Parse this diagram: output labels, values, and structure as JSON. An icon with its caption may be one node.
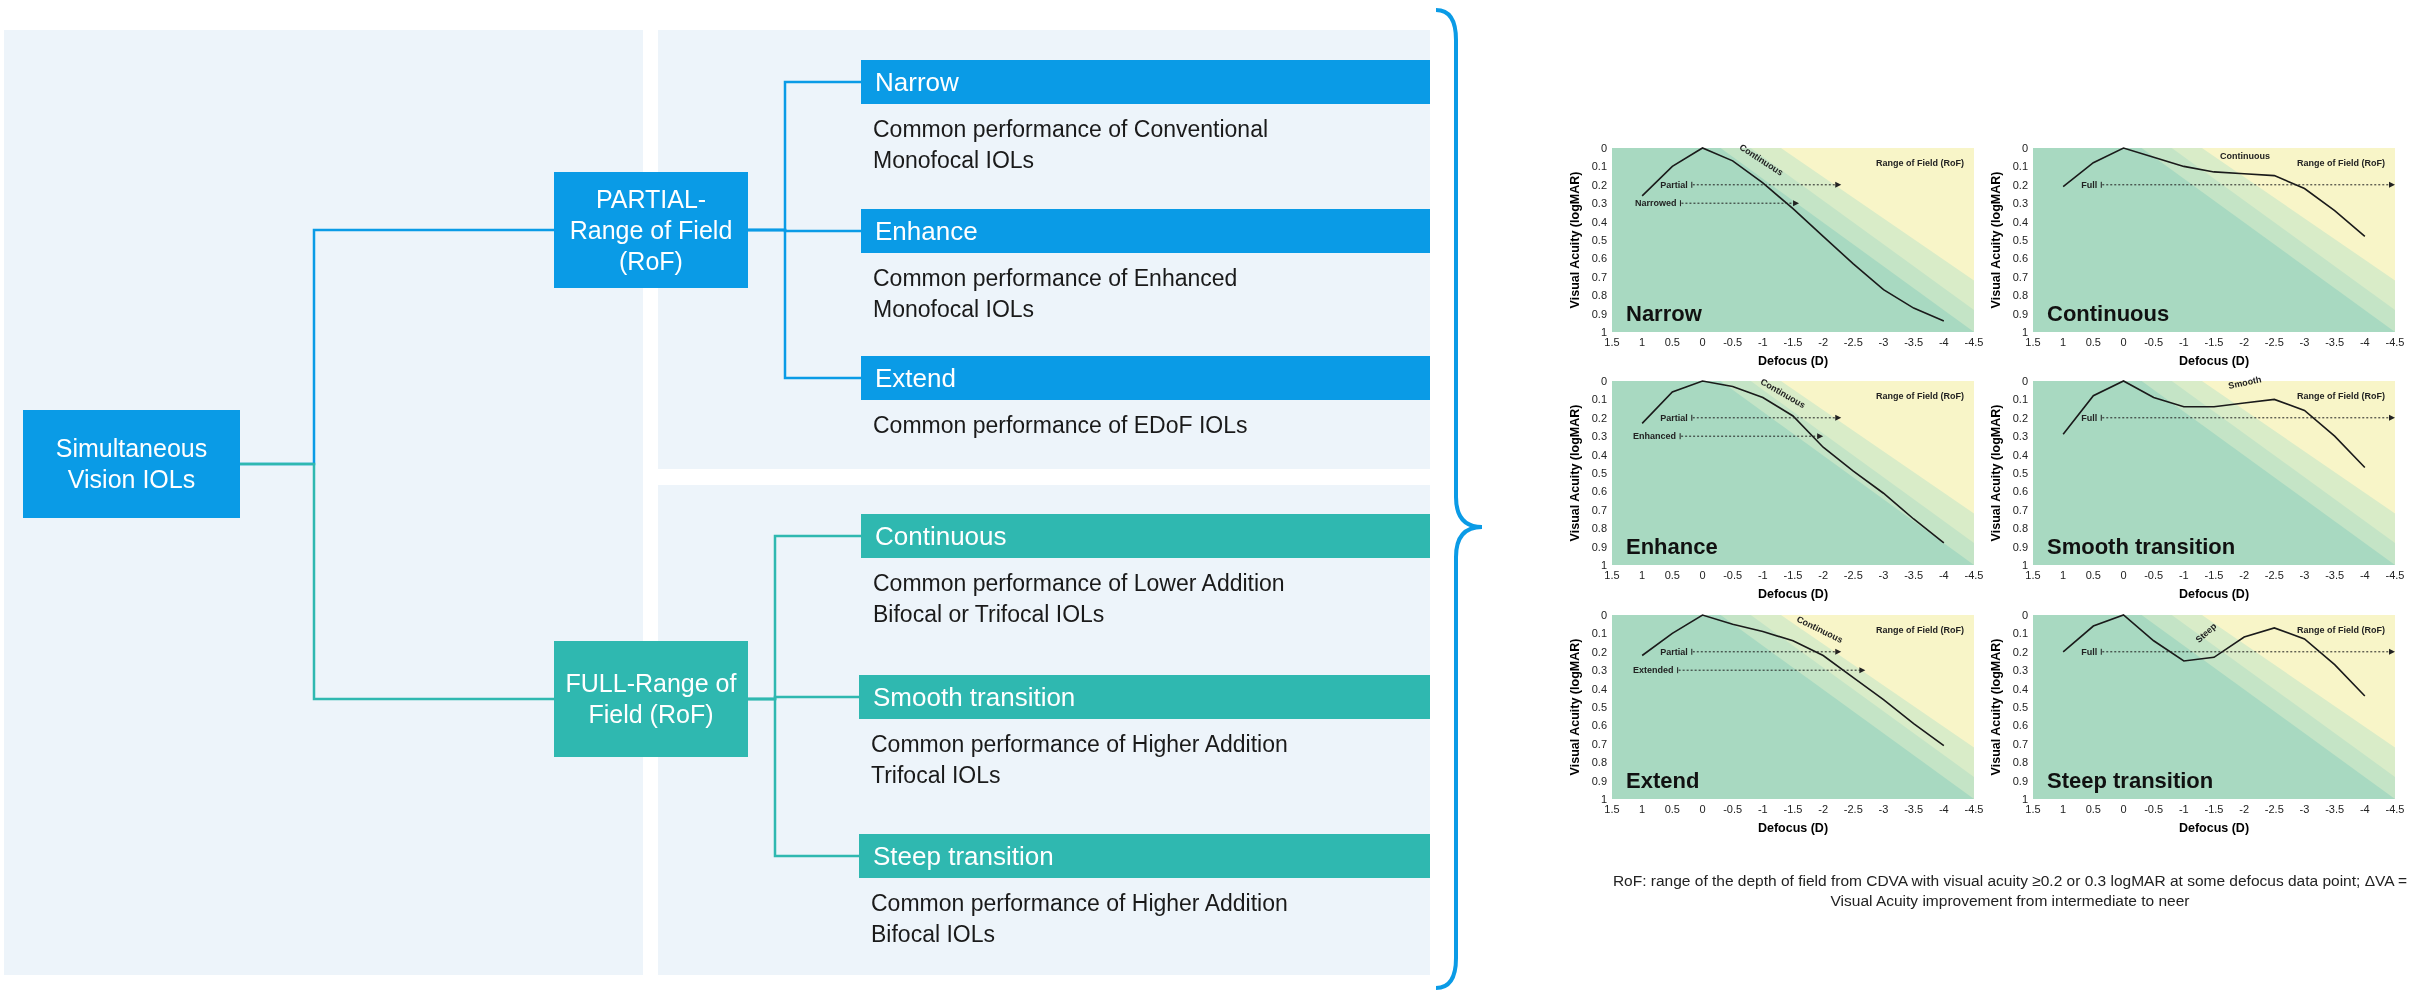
{
  "diagram": {
    "caption": "RoF: range of the depth of field from CDVA with visual acuity ≥0.2 or 0.3 logMAR at some defocus data point; ΔVA = Visual Acuity improvement from intermediate to neer",
    "nodes": [
      {
        "text": [
          "Simultaneous Vision IOLs"
        ]
      },
      {
        "text": [
          "PARTIAL-Range of Field (RoF)"
        ]
      },
      {
        "text": [
          "Narrow",
          "Common performance of Conventional Monofocal IOLs"
        ]
      },
      {
        "text": [
          "Enhance",
          "Common performance of Enhanced Monofocal IOLs"
        ]
      },
      {
        "text": [
          "Extend",
          "Common performance of EDoF IOLs"
        ]
      },
      {
        "text": [
          "FULL-Range of Field (RoF)"
        ]
      },
      {
        "text": [
          "Continuous",
          "Common performance of Lower Addition Bifocal or Trifocal IOLs"
        ]
      },
      {
        "text": [
          "Smooth transition",
          "Common performance of Higher Addition Trifocal IOLs"
        ]
      },
      {
        "text": [
          "Steep transition",
          "Common performance of Higher Addition Bifocal IOLs"
        ]
      }
    ],
    "edges": [
      {
        "from": 0,
        "to": 1,
        "arrow": "none"
      },
      {
        "from": 0,
        "to": 5,
        "arrow": "none",
        "color": "#2fb8b0"
      },
      {
        "from": 1,
        "to": 2,
        "arrow": "none"
      },
      {
        "from": 1,
        "to": 3,
        "arrow": "none"
      },
      {
        "from": 1,
        "to": 4,
        "arrow": "none"
      },
      {
        "from": 5,
        "to": 6,
        "arrow": "none",
        "color": "#2fb8b0"
      },
      {
        "from": 5,
        "to": 7,
        "arrow": "none",
        "color": "#2fb8b0"
      },
      {
        "from": 5,
        "to": 8,
        "arrow": "none",
        "color": "#2fb8b0"
      }
    ],
    "chart_data": [
      {
        "type": "line",
        "title": "Narrow",
        "xlabel": "Defocus (D)",
        "ylabel": "Visual Acuity (logMAR)",
        "x": [
          1,
          0.5,
          0,
          -0.5,
          -1,
          -1.5,
          -2,
          -2.5,
          -3,
          -3.5,
          -4
        ],
        "series": [
          {
            "name": "Continuous",
            "color": "#1a1a1a",
            "values": [
              0.26,
              0.1,
              0,
              0.07,
              0.19,
              0.33,
              0.48,
              0.63,
              0.77,
              0.87,
              0.94
            ]
          }
        ],
        "xlim": [
          1.5,
          -4.5
        ],
        "ylim": [
          1,
          0
        ],
        "xticks": [
          1.5,
          1,
          0.5,
          0,
          -0.5,
          -1,
          -1.5,
          -2,
          -2.5,
          -3,
          -3.5,
          -4,
          -4.5
        ],
        "yticks": [
          0,
          0.1,
          0.2,
          0.3,
          0.4,
          0.5,
          0.6,
          0.7,
          0.8,
          0.9,
          1
        ],
        "annotations": [
          "Range of Field (RoF)",
          "Partial",
          "Narrowed"
        ]
      },
      {
        "type": "line",
        "title": "Continuous",
        "xlabel": "Defocus (D)",
        "ylabel": "Visual Acuity (logMAR)",
        "x": [
          1,
          0.5,
          0,
          -0.5,
          -1,
          -1.5,
          -2,
          -2.5,
          -3,
          -3.5,
          -4
        ],
        "series": [
          {
            "name": "Continuous",
            "color": "#1a1a1a",
            "values": [
              0.21,
              0.08,
              0,
              0.05,
              0.1,
              0.13,
              0.14,
              0.15,
              0.22,
              0.34,
              0.48
            ]
          }
        ],
        "xlim": [
          1.5,
          -4.5
        ],
        "ylim": [
          1,
          0
        ],
        "xticks": [
          1.5,
          1,
          0.5,
          0,
          -0.5,
          -1,
          -1.5,
          -2,
          -2.5,
          -3,
          -3.5,
          -4,
          -4.5
        ],
        "yticks": [
          0,
          0.1,
          0.2,
          0.3,
          0.4,
          0.5,
          0.6,
          0.7,
          0.8,
          0.9,
          1
        ],
        "annotations": [
          "Range of Field (RoF)",
          "Full"
        ]
      },
      {
        "type": "line",
        "title": "Enhance",
        "xlabel": "Defocus (D)",
        "ylabel": "Visual Acuity (logMAR)",
        "x": [
          1,
          0.5,
          0,
          -0.5,
          -1,
          -1.5,
          -2,
          -2.5,
          -3,
          -3.5,
          -4
        ],
        "series": [
          {
            "name": "Continuous",
            "color": "#1a1a1a",
            "values": [
              0.23,
              0.06,
              0,
              0.03,
              0.09,
              0.19,
              0.36,
              0.49,
              0.61,
              0.75,
              0.88
            ]
          }
        ],
        "xlim": [
          1.5,
          -4.5
        ],
        "ylim": [
          1,
          0
        ],
        "xticks": [
          1.5,
          1,
          0.5,
          0,
          -0.5,
          -1,
          -1.5,
          -2,
          -2.5,
          -3,
          -3.5,
          -4,
          -4.5
        ],
        "yticks": [
          0,
          0.1,
          0.2,
          0.3,
          0.4,
          0.5,
          0.6,
          0.7,
          0.8,
          0.9,
          1
        ],
        "annotations": [
          "Range of Field (RoF)",
          "Partial",
          "Enhanced"
        ]
      },
      {
        "type": "line",
        "title": "Smooth transition",
        "xlabel": "Defocus (D)",
        "ylabel": "Visual Acuity (logMAR)",
        "x": [
          1,
          0.5,
          0,
          -0.5,
          -1,
          -1.5,
          -2,
          -2.5,
          -3,
          -3.5,
          -4
        ],
        "series": [
          {
            "name": "Smooth",
            "color": "#1a1a1a",
            "values": [
              0.29,
              0.08,
              0,
              0.09,
              0.14,
              0.14,
              0.12,
              0.1,
              0.16,
              0.3,
              0.47
            ]
          }
        ],
        "xlim": [
          1.5,
          -4.5
        ],
        "ylim": [
          1,
          0
        ],
        "xticks": [
          1.5,
          1,
          0.5,
          0,
          -0.5,
          -1,
          -1.5,
          -2,
          -2.5,
          -3,
          -3.5,
          -4,
          -4.5
        ],
        "yticks": [
          0,
          0.1,
          0.2,
          0.3,
          0.4,
          0.5,
          0.6,
          0.7,
          0.8,
          0.9,
          1
        ],
        "annotations": [
          "Range of Field (RoF)",
          "Full"
        ]
      },
      {
        "type": "line",
        "title": "Extend",
        "xlabel": "Defocus (D)",
        "ylabel": "Visual Acuity (logMAR)",
        "x": [
          1,
          0.5,
          0,
          -0.5,
          -1,
          -1.5,
          -2,
          -2.5,
          -3,
          -3.5,
          -4
        ],
        "series": [
          {
            "name": "Continuous",
            "color": "#1a1a1a",
            "values": [
              0.22,
              0.1,
              0,
              0.05,
              0.09,
              0.14,
              0.22,
              0.34,
              0.46,
              0.59,
              0.71
            ]
          }
        ],
        "xlim": [
          1.5,
          -4.5
        ],
        "ylim": [
          1,
          0
        ],
        "xticks": [
          1.5,
          1,
          0.5,
          0,
          -0.5,
          -1,
          -1.5,
          -2,
          -2.5,
          -3,
          -3.5,
          -4,
          -4.5
        ],
        "yticks": [
          0,
          0.1,
          0.2,
          0.3,
          0.4,
          0.5,
          0.6,
          0.7,
          0.8,
          0.9,
          1
        ],
        "annotations": [
          "Range of Field (RoF)",
          "Partial",
          "Extended"
        ]
      },
      {
        "type": "line",
        "title": "Steep transition",
        "xlabel": "Defocus (D)",
        "ylabel": "Visual Acuity (logMAR)",
        "x": [
          1,
          0.5,
          0,
          -0.5,
          -1,
          -1.5,
          -2,
          -2.5,
          -3,
          -3.5,
          -4
        ],
        "series": [
          {
            "name": "Steep",
            "color": "#1a1a1a",
            "values": [
              0.2,
              0.06,
              0,
              0.14,
              0.25,
              0.23,
              0.12,
              0.07,
              0.13,
              0.27,
              0.44
            ]
          }
        ],
        "xlim": [
          1.5,
          -4.5
        ],
        "ylim": [
          1,
          0
        ],
        "xticks": [
          1.5,
          1,
          0.5,
          0,
          -0.5,
          -1,
          -1.5,
          -2,
          -2.5,
          -3,
          -3.5,
          -4,
          -4.5
        ],
        "yticks": [
          0,
          0.1,
          0.2,
          0.3,
          0.4,
          0.5,
          0.6,
          0.7,
          0.8,
          0.9,
          1
        ],
        "annotations": [
          "Range of Field (RoF)",
          "Full"
        ]
      }
    ]
  }
}
